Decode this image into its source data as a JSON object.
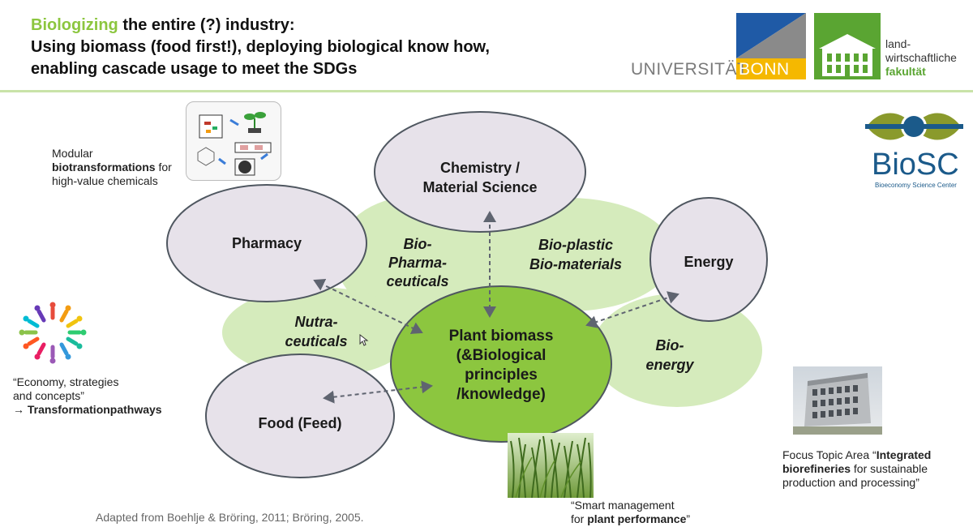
{
  "title": {
    "highlight": "Biologizing",
    "line1_rest": " the entire (?) industry:",
    "line2": "Using biomass (food first!), deploying biological know how,",
    "line3": "enabling cascade usage to meet the SDGs"
  },
  "logos": {
    "university_left": "UNIVERSITÄT",
    "university_right": "BONN",
    "faculty_line1": "land-",
    "faculty_line2": "wirtschaftliche",
    "faculty_line3": "fakultät",
    "biosc_name": "BioSC",
    "biosc_sub": "Bioeconomy Science Center"
  },
  "nodes": {
    "chemistry_line1": "Chemistry /",
    "chemistry_line2": "Material Science",
    "pharmacy": "Pharmacy",
    "energy": "Energy",
    "food": "Food (Feed)",
    "center_line1": "Plant biomass",
    "center_line2": "(&Biological",
    "center_line3": "principles",
    "center_line4": "/knowledge)"
  },
  "overlaps": {
    "biopharma_line1": "Bio-",
    "biopharma_line2": "Pharma-",
    "biopharma_line3": "ceuticals",
    "bioplastic_line1": "Bio-plastic",
    "bioplastic_line2": "Bio-materials",
    "nutra_line1": "Nutra-",
    "nutra_line2": "ceuticals",
    "bioenergy_line1": "Bio-",
    "bioenergy_line2": "energy"
  },
  "notes": {
    "modular_line1": "Modular",
    "modular_bold": "biotransformations",
    "modular_for": " for",
    "modular_line3": "high-value chemicals",
    "economy_line1": "“Economy, strategies",
    "economy_line2": "and concepts”",
    "economy_arrow": "→ ",
    "economy_bold": "Transformationpathways",
    "smart_line1": "“Smart management",
    "smart_for": "for ",
    "smart_bold": "plant performance",
    "smart_end": "”",
    "focus_prefix": "Focus Topic Area “",
    "focus_bold1": "Integrated",
    "focus_bold2": "biorefineries",
    "focus_rest2": " for sustainable",
    "focus_line3": "production and processing”",
    "citation": "Adapted from Boehlje & Bröring, 2011; Bröring, 2005."
  },
  "colors": {
    "accent_green": "#8cc63f",
    "light_green": "#d5ebbc",
    "center_green": "#8cc63f",
    "node_fill": "#e7e2ea",
    "bonn_blue": "#1f5aa6",
    "bonn_yellow": "#f5b800",
    "faculty_green": "#5aa532",
    "biosc_blue": "#1b5a8a",
    "biosc_olive": "#8a9a2c"
  }
}
